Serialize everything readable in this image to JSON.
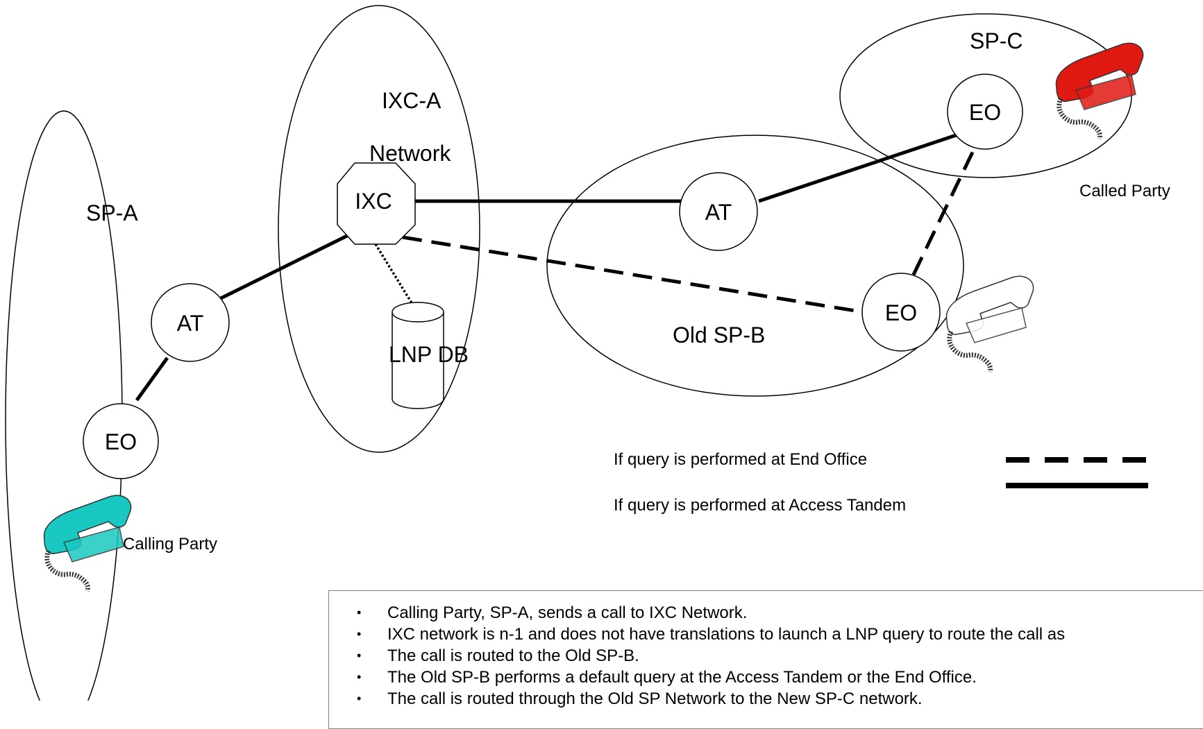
{
  "clouds": {
    "sp_a": "SP-A",
    "ixc_a_line1": "IXC-A",
    "ixc_a_line2": "Network",
    "old_sp_b": "Old SP-B",
    "sp_c": "SP-C"
  },
  "nodes": {
    "sp_a_eo": "EO",
    "sp_a_at": "AT",
    "ixc": "IXC",
    "lnp_db": "LNP DB",
    "sp_b_at": "AT",
    "sp_b_eo": "EO",
    "sp_c_eo": "EO"
  },
  "phones": {
    "calling_party": "Calling Party",
    "called_party": "Called Party",
    "calling_color": "#19c8c0",
    "called_color": "#e01a12",
    "old_color": "#ffffff"
  },
  "legend": {
    "end_office": "If query is performed at End Office",
    "access_tandem": "If query is performed at Access Tandem"
  },
  "bullets": [
    "Calling Party, SP-A, sends a call to IXC Network.",
    "IXC network is n-1 and does not have translations to launch a LNP query to route the call as",
    "The call is routed to the Old SP-B.",
    "The Old SP-B performs a default query at the Access Tandem or the End Office.",
    "The call is routed through the Old SP Network to the New SP-C network."
  ]
}
